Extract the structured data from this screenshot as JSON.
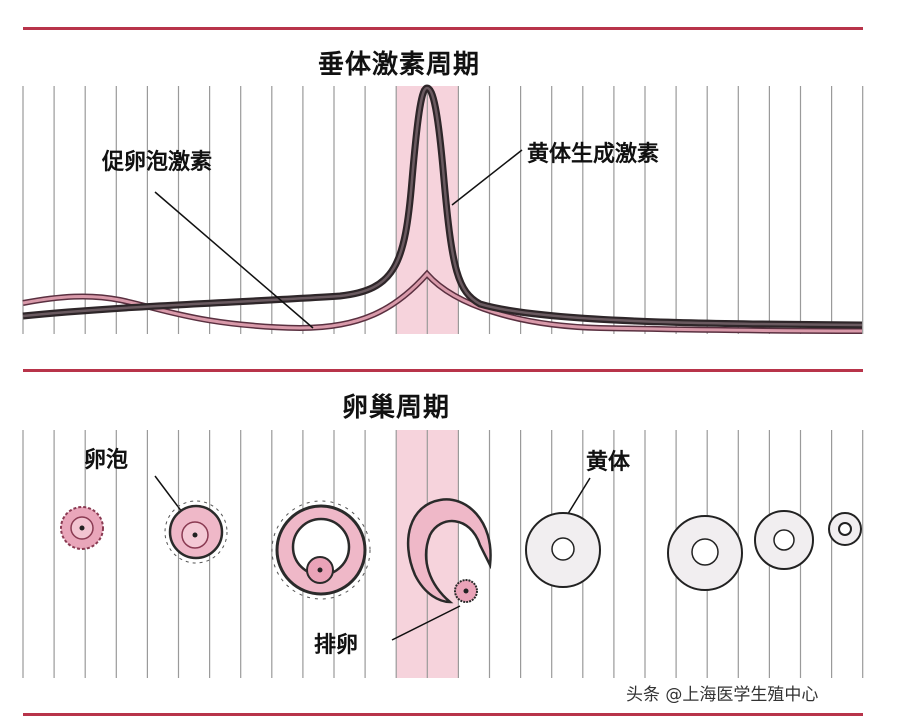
{
  "diagram": {
    "type": "menstrual-cycle-diagram",
    "colors": {
      "rule": "#b8344a",
      "band": "#f6d3dc",
      "lh_curve": "#3c3236",
      "fsh_curve": "#b36b7d",
      "follicle": "#eeb3c4",
      "grid": "#999999"
    },
    "pituitary_section": {
      "title": "垂体激素周期",
      "labels": {
        "fsh": "促卵泡激素",
        "lh": "黄体生成激素"
      }
    },
    "ovary_section": {
      "title": "卵巢周期",
      "labels": {
        "follicle": "卵泡",
        "ovulation": "排卵",
        "corpus_luteum": "黄体"
      }
    },
    "watermark": "头条 @上海医学生殖中心"
  }
}
